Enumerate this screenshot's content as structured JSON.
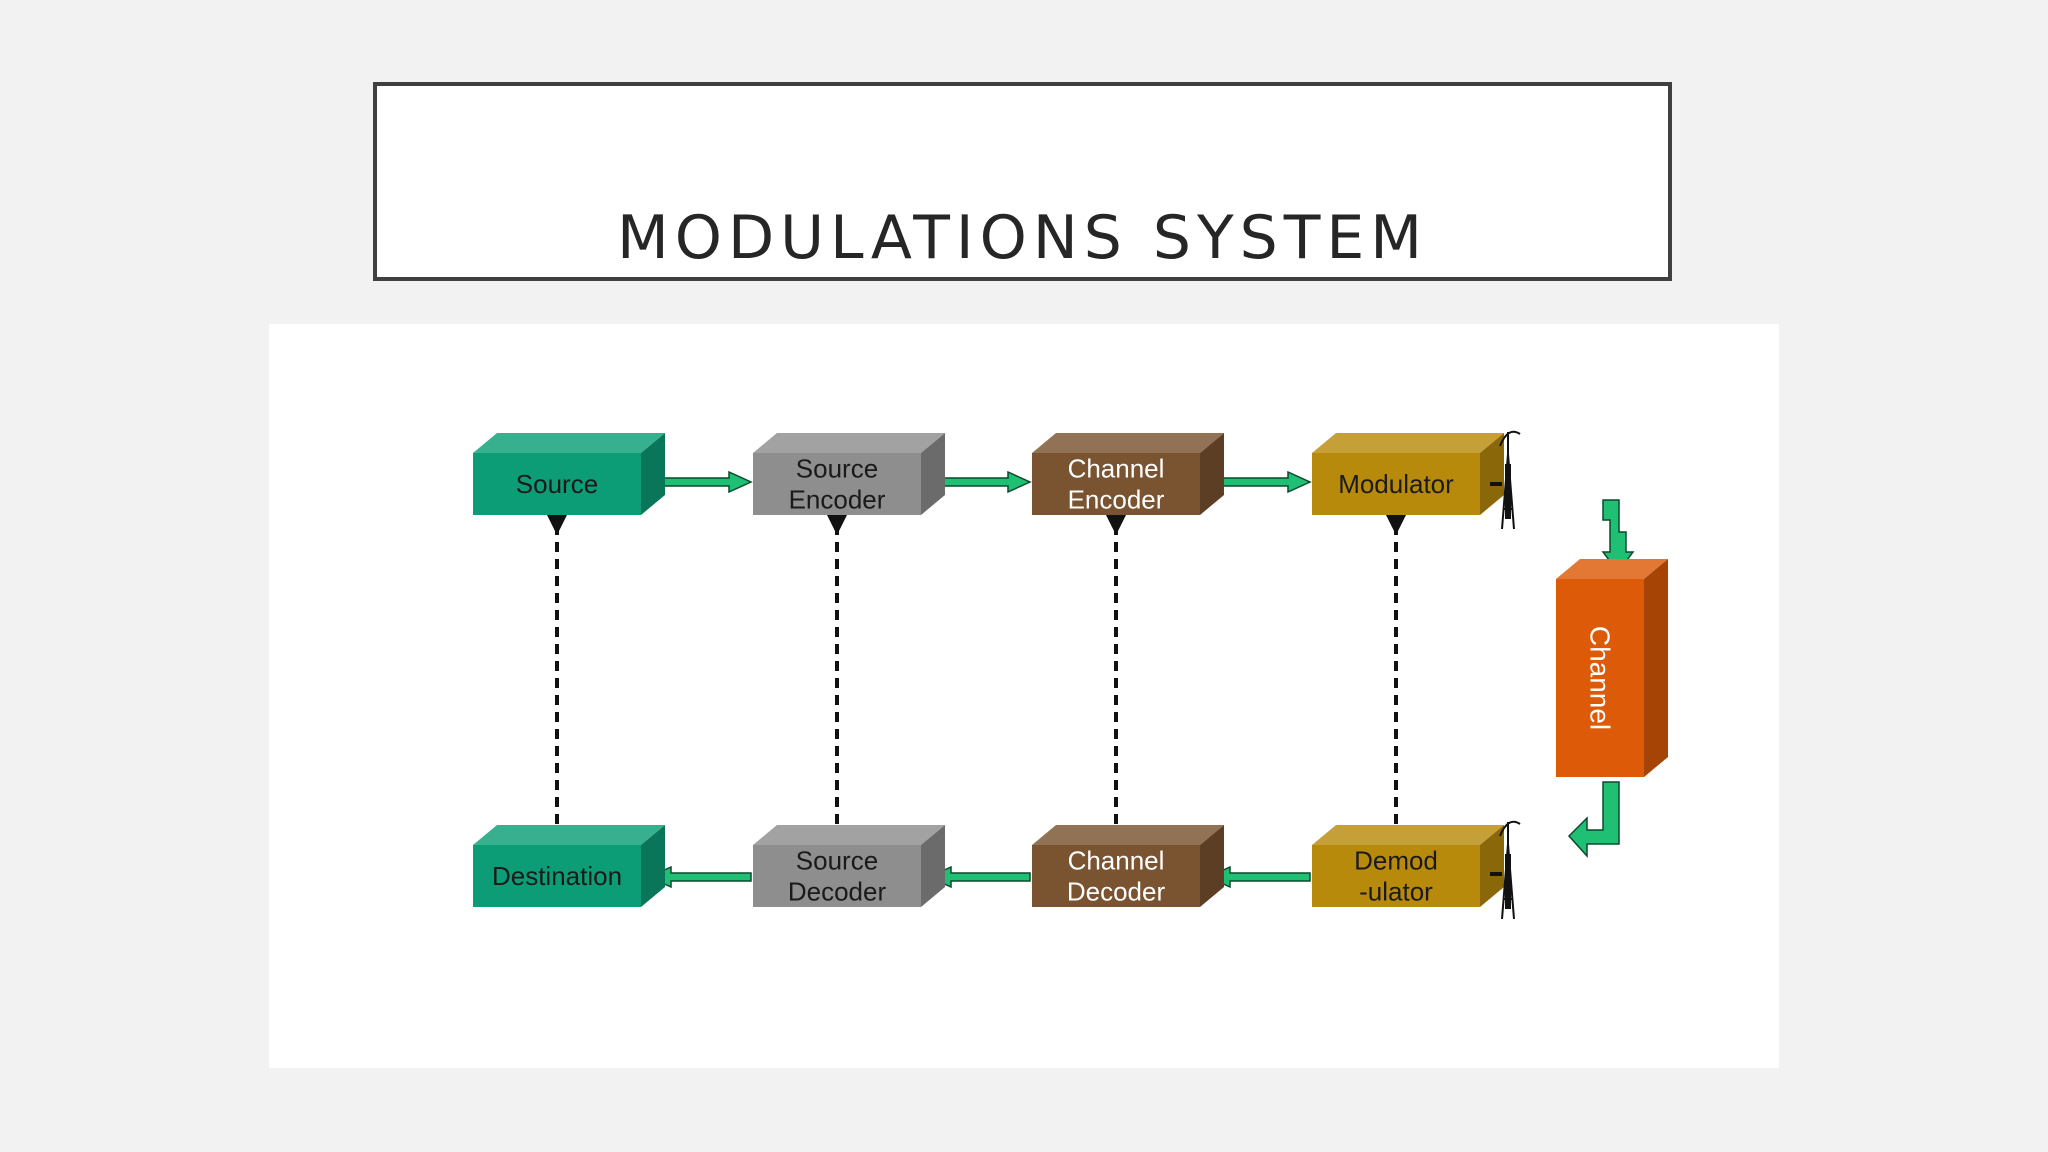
{
  "slide": {
    "title": "MODULATIONS SYSTEM"
  },
  "diagram": {
    "blocks": {
      "source": {
        "label": [
          "Source"
        ],
        "color": "#0c9d77"
      },
      "source_encoder": {
        "label": [
          "Source",
          "Encoder"
        ],
        "color": "#8e8e8e"
      },
      "channel_encoder": {
        "label": [
          "Channel",
          "Encoder"
        ],
        "color": "#7a5330"
      },
      "modulator": {
        "label": [
          "Modulator"
        ],
        "color": "#b88a0c"
      },
      "channel": {
        "label": [
          "Channel"
        ],
        "color": "#dd5a08"
      },
      "demodulator": {
        "label": [
          "Demod",
          "-ulator"
        ],
        "color": "#b88a0c"
      },
      "channel_decoder": {
        "label": [
          "Channel",
          "Decoder"
        ],
        "color": "#7a5330"
      },
      "source_decoder": {
        "label": [
          "Source",
          "Decoder"
        ],
        "color": "#8e8e8e"
      },
      "destination": {
        "label": [
          "Destination"
        ],
        "color": "#0c9d77"
      }
    },
    "arrow_color": "#1fbf74",
    "dashed_color": "#111111"
  }
}
